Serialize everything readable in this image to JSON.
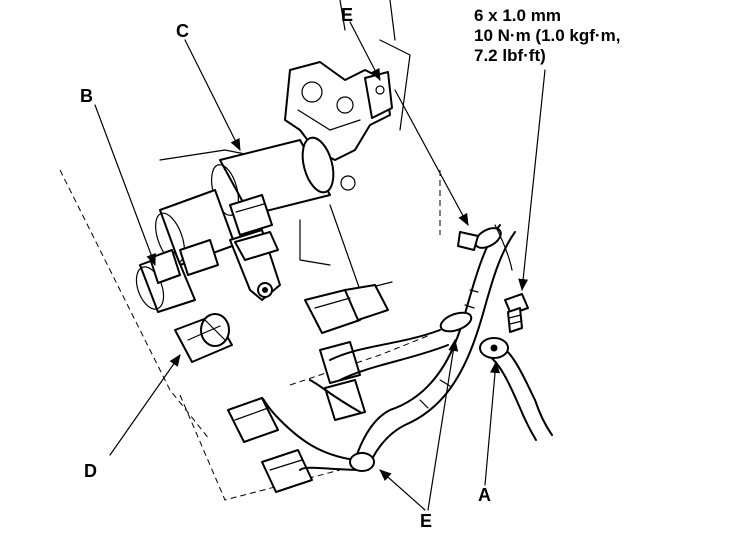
{
  "spec": {
    "line1": "6 x 1.0 mm",
    "line2": "10 N·m (1.0 kgf·m,",
    "line3": "7.2 lbf·ft)"
  },
  "labels": {
    "a": "A",
    "b": "B",
    "c": "C",
    "d": "D",
    "e_top": "E",
    "e_bottom": "E"
  }
}
